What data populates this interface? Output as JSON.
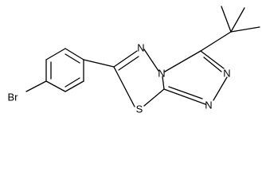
{
  "molecule": {
    "atoms": {
      "bromine": "Br",
      "n1": "N",
      "n2": "N",
      "n3": "N",
      "n4": "N",
      "sulfur": "S"
    },
    "colors": {
      "bond": "#000000",
      "label": "#000000",
      "background": "#ffffff"
    }
  }
}
